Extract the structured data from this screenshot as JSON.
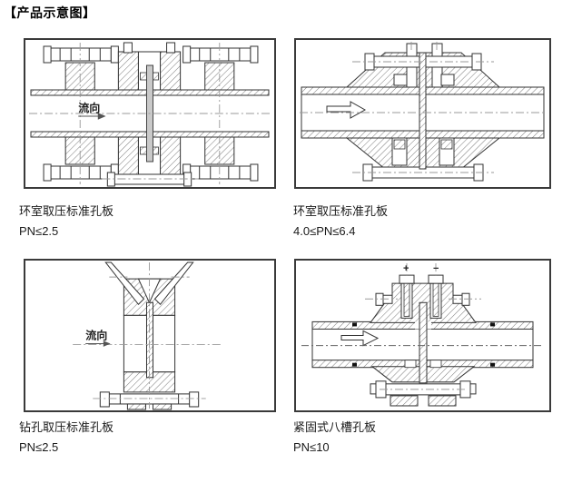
{
  "page": {
    "title": "【产品示意图】"
  },
  "figures": [
    {
      "caption": "环室取压标准孔板",
      "pressure_range": "PN≤2.5",
      "flow_label": "流向"
    },
    {
      "caption": "环室取压标准孔板",
      "pressure_range": "4.0≤PN≤6.4"
    },
    {
      "caption": "钻孔取压标准孔板",
      "pressure_range": "PN≤2.5",
      "flow_label": "流向"
    },
    {
      "caption": "紧固式八槽孔板",
      "pressure_range": "PN≤10",
      "tap_positive_label": "+",
      "tap_negative_label": "−"
    }
  ]
}
